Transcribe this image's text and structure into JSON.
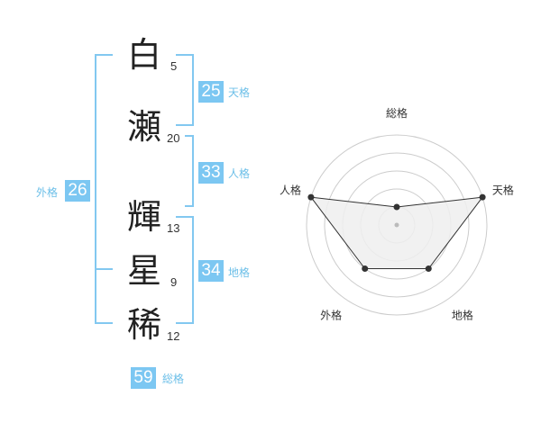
{
  "name_chars": [
    {
      "char": "白",
      "strokes": "5"
    },
    {
      "char": "瀬",
      "strokes": "20"
    },
    {
      "char": "輝",
      "strokes": "13"
    },
    {
      "char": "星",
      "strokes": "9"
    },
    {
      "char": "稀",
      "strokes": "12"
    }
  ],
  "kakusu": {
    "tenkaku": {
      "value": "25",
      "label": "天格"
    },
    "jinkaku": {
      "value": "33",
      "label": "人格"
    },
    "chikaku": {
      "value": "34",
      "label": "地格"
    },
    "gaikaku": {
      "value": "26",
      "label": "外格"
    },
    "soukaku": {
      "value": "59",
      "label": "総格"
    }
  },
  "chart_data": {
    "type": "radar",
    "axes": [
      "総格",
      "天格",
      "地格",
      "外格",
      "人格"
    ],
    "values": [
      1,
      5,
      3,
      3,
      5
    ],
    "rlim": [
      0,
      5
    ],
    "rings": 5,
    "fill_color": "#eeeeee",
    "line_color": "#333333",
    "grid_color": "#cccccc"
  },
  "colors": {
    "accent": "#7cc7f2",
    "accent_text": "#6cbfe8"
  }
}
